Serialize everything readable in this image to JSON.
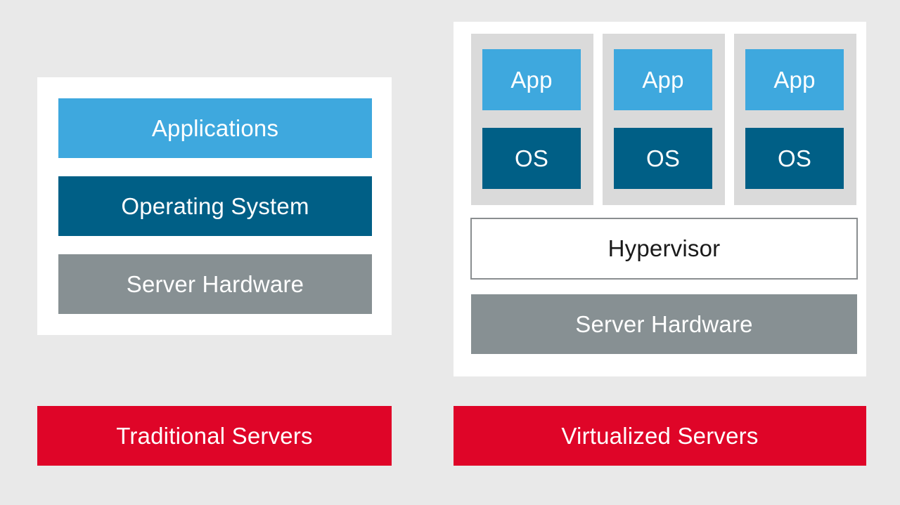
{
  "traditional": {
    "layers": {
      "applications": "Applications",
      "operating_system": "Operating System",
      "server_hardware": "Server Hardware"
    },
    "caption": "Traditional Servers"
  },
  "virtualized": {
    "vms": [
      {
        "app": "App",
        "os": "OS"
      },
      {
        "app": "App",
        "os": "OS"
      },
      {
        "app": "App",
        "os": "OS"
      }
    ],
    "hypervisor": "Hypervisor",
    "server_hardware": "Server Hardware",
    "caption": "Virtualized Servers"
  },
  "colors": {
    "app_blue": "#3ea8de",
    "os_blue": "#005f86",
    "hardware_gray": "#879093",
    "caption_red": "#df0528",
    "background": "#e9e9e9"
  }
}
